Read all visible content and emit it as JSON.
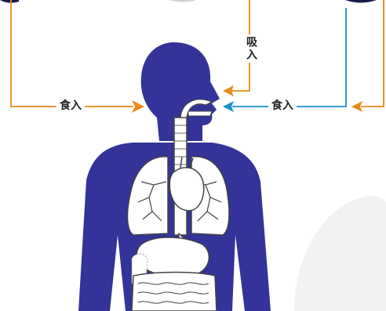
{
  "labels": {
    "food_intake_left": "食入",
    "inhale": "吸入",
    "food_intake_right": "食入"
  },
  "colors": {
    "body": "#333399",
    "orange_arrow": "#e8891c",
    "blue_arrow": "#1a8fd0",
    "lungs": "#ffffff",
    "organ_outline": "#444444",
    "text": "#222222",
    "background_shape": "#f2f2f2"
  },
  "icons": {
    "left_arrow": "orange-arrow-icon",
    "inhale_arrow": "orange-arrow-icon",
    "right_blue_arrow": "blue-arrow-icon",
    "far_right_arrow": "orange-arrow-icon"
  }
}
